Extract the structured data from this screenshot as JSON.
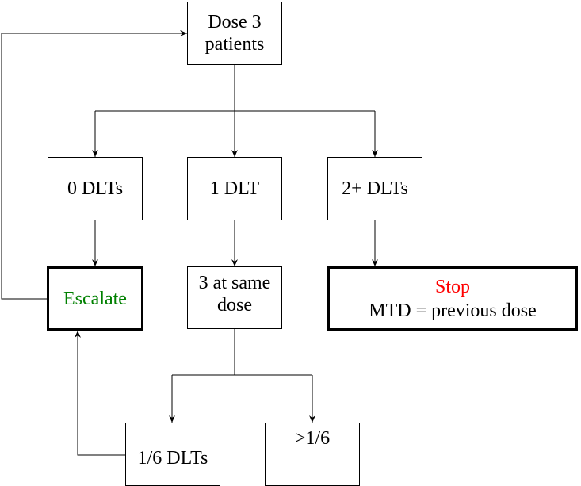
{
  "colors": {
    "escalate": "#008000",
    "stop": "#ff0000",
    "line": "#000000"
  },
  "nodes": {
    "dose": {
      "line1": "Dose 3",
      "line2": "patients"
    },
    "zero": {
      "label": "0 DLTs"
    },
    "one": {
      "label": "1 DLT"
    },
    "twoplus": {
      "label": "2+ DLTs"
    },
    "escalate": {
      "label": "Escalate"
    },
    "same_dose": {
      "line1": "3 at same",
      "line2": "dose"
    },
    "stop": {
      "line1": "Stop",
      "line2": "MTD = previous dose"
    },
    "one_sixth": {
      "label": "1/6 DLTs"
    },
    "more_sixth": {
      "label": ">1/6"
    }
  }
}
